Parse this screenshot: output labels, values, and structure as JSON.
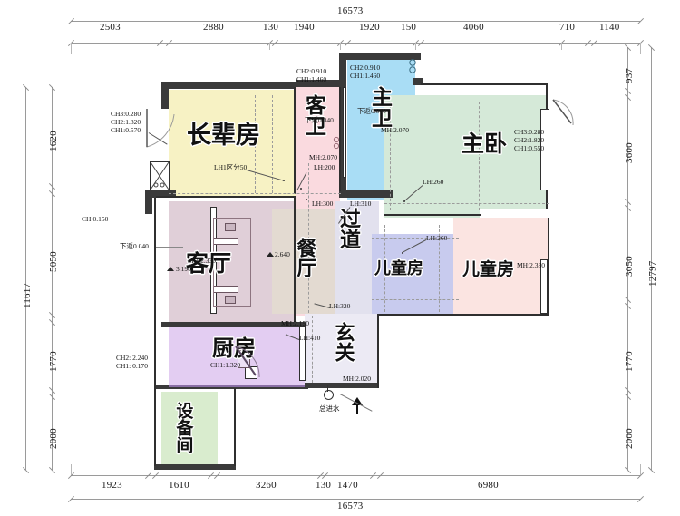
{
  "drawing": {
    "title": "residential-floor-plan",
    "overall_width": "16573",
    "overall_height_left": "11617",
    "overall_height_right": "12797"
  },
  "dimensions": {
    "top_total": "16573",
    "top_segments": [
      "2503",
      "2880",
      "130",
      "1940",
      "1920",
      "150",
      "4060",
      "710",
      "1140"
    ],
    "bottom_total": "16573",
    "bottom_segments": [
      "1923",
      "1610",
      "3260",
      "130",
      "1470",
      "6980"
    ],
    "left_total": "11617",
    "left_segments": [
      "1620",
      "5050",
      "1770",
      "2000"
    ],
    "right_total": "12797",
    "right_segments": [
      "937",
      "3600",
      "3050",
      "1770",
      "2000"
    ]
  },
  "rooms": [
    {
      "id": "elder-room",
      "label": "长辈房",
      "color": "#f7f2c4"
    },
    {
      "id": "guest-bath",
      "label": "客卫",
      "color": "#fadadf"
    },
    {
      "id": "master-bath",
      "label": "主卫",
      "color": "#a9ddf5"
    },
    {
      "id": "master-bedroom",
      "label": "主卧",
      "color": "#d5e9d8"
    },
    {
      "id": "living-room",
      "label": "客厅",
      "color": "#e0cfd8"
    },
    {
      "id": "dining-room",
      "label": "餐厅",
      "color": "#e3dad1"
    },
    {
      "id": "corridor",
      "label": "过道",
      "color": "#e2e1ee"
    },
    {
      "id": "child-room-1",
      "label": "儿童房",
      "color": "#c8cbee"
    },
    {
      "id": "child-room-2",
      "label": "儿童房",
      "color": "#fbe4e1"
    },
    {
      "id": "kitchen",
      "label": "厨房",
      "color": "#e3cdf2"
    },
    {
      "id": "foyer",
      "label": "玄关",
      "color": "#eceaf4"
    },
    {
      "id": "equipment-room",
      "label": "设备间",
      "color": "#d9ecce"
    }
  ],
  "annotations": {
    "guest_bath_top": [
      "CH2:0.910",
      "CH1:1.460"
    ],
    "master_bath_top": [
      "CH2:0.910",
      "CH1:1.460"
    ],
    "elder_left": [
      "CH3:0.280",
      "CH2:1.820",
      "CH1:0.570"
    ],
    "master_bed_right": [
      "CH3:0.280",
      "CH2:1.820",
      "CH1:0.550"
    ],
    "kitchen_left": [
      "CH2: 2.240",
      "CH1: 0.170"
    ],
    "living_ch": "CH:0.150",
    "living_drop": "下返0.040",
    "living_level": "3.190",
    "living_mh": "MH:2.330",
    "dining_level": "2.640",
    "guest_bath_mh": "MH:2.070",
    "guest_bath_lh": "LH:200",
    "master_bath_mh": "MH:2.070",
    "master_bath_lh": "LH:260",
    "elder_lh": "LH1区分50",
    "corridor_lh_300": "LH:300",
    "corridor_lh_310": "LH:310",
    "corridor_lh_320": "LH:320",
    "child_lh_260": "LH:260",
    "child_mh": "MH:2.330",
    "kitchen_ch1": "CH1:1.320",
    "kitchen_mh": "MH:2.150",
    "kitchen_lh": "LH:410",
    "foyer_mh": "MH:2.020",
    "water_inlet": "总进水"
  }
}
